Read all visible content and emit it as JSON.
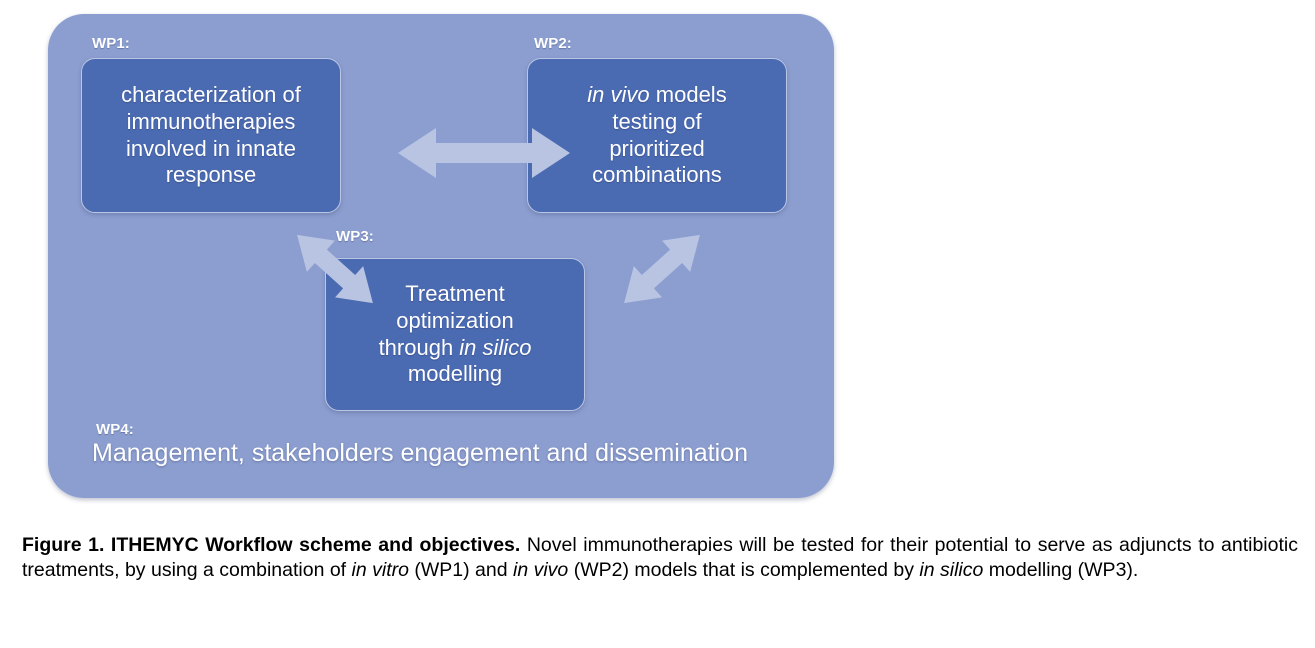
{
  "figure": {
    "outer_container": {
      "name": "WP4 container",
      "color": "#8c9ed0"
    },
    "box_color": "#4a6ab2",
    "box_border_color": "#b9c6e4",
    "arrow_color": "#b8c4e2",
    "text_color": "#ffffff",
    "work_packages": [
      {
        "id": "wp1",
        "label": "WP1:",
        "lines": [
          {
            "text": "characterization of",
            "italic": false
          },
          {
            "text": "immunotherapies",
            "italic": false
          },
          {
            "text": "involved in innate",
            "italic": false
          },
          {
            "text": "response",
            "italic": false
          }
        ]
      },
      {
        "id": "wp2",
        "label": "WP2:",
        "lines": [
          {
            "text": "in vivo",
            "italic": true,
            "suffix": " models"
          },
          {
            "text": "testing of",
            "italic": false
          },
          {
            "text": "prioritized",
            "italic": false
          },
          {
            "text": "combinations",
            "italic": false
          }
        ]
      },
      {
        "id": "wp3",
        "label": "WP3:",
        "lines": [
          {
            "text": "Treatment",
            "italic": false
          },
          {
            "text": "optimization",
            "italic": false
          },
          {
            "prefix": "through ",
            "text": "in silico",
            "italic": true
          },
          {
            "text": "modelling",
            "italic": false
          }
        ]
      },
      {
        "id": "wp4",
        "label": "WP4:",
        "text": "Management, stakeholders engagement and dissemination"
      }
    ],
    "arrows": [
      {
        "name": "wp1-wp2-double-arrow",
        "direction": "horizontal-bidirectional"
      },
      {
        "name": "wp1-wp3-double-arrow",
        "direction": "diagonal-down-right-bidirectional"
      },
      {
        "name": "wp2-wp3-double-arrow",
        "direction": "diagonal-up-right-bidirectional"
      }
    ]
  },
  "caption": {
    "title": "Figure 1. ITHEMYC Workflow scheme and objectives.",
    "body_1": " Novel immunotherapies will be tested for their potential to serve as adjuncts to antibiotic treatments, by using a combination of ",
    "italic_1": "in vitro",
    "body_2": " (WP1) and ",
    "italic_2": "in vivo",
    "body_3": " (WP2) models that is complemented by ",
    "italic_3": "in silico",
    "body_4": " modelling (WP3)."
  }
}
